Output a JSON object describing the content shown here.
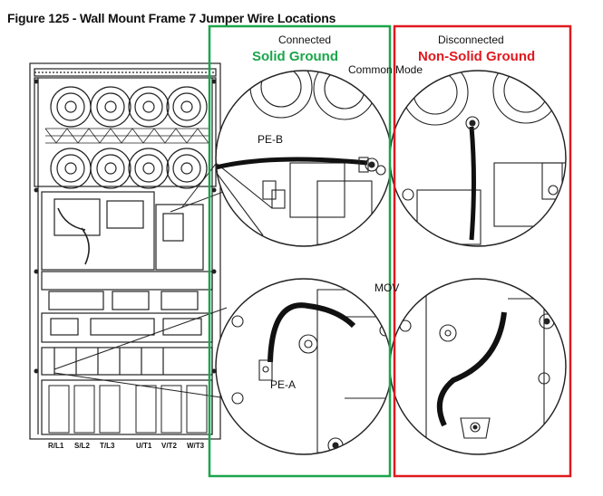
{
  "figure": {
    "title": "Figure 125 - Wall Mount Frame 7 Jumper Wire Locations"
  },
  "panels": {
    "connected": {
      "state": "Connected",
      "label": "Solid Ground"
    },
    "disconnected": {
      "state": "Disconnected",
      "label": "Non-Solid Ground"
    }
  },
  "callouts": {
    "common_mode": "Common Mode",
    "pe_b": "PE-B",
    "mov": "MOV",
    "pe_a": "PE-A"
  },
  "terminals": [
    "R/L1",
    "S/L2",
    "T/L3",
    "U/T1",
    "V/T2",
    "W/T3"
  ],
  "colors": {
    "green": "#1aa64a",
    "red": "#e0191f",
    "line": "#222222"
  }
}
